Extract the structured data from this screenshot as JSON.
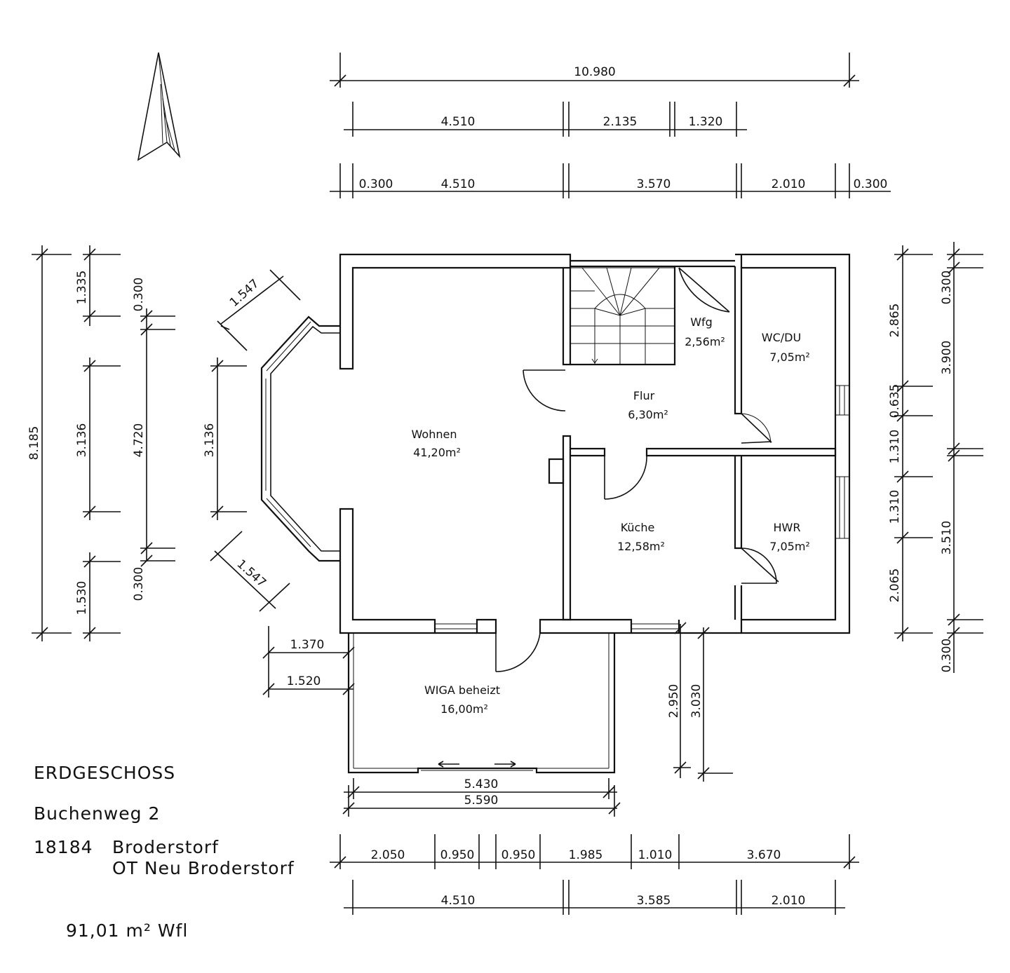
{
  "title": "ERDGESCHOSS",
  "address": {
    "street": "Buchenweg 2",
    "zip": "18184",
    "city": "Broderstorf",
    "district": "OT Neu Broderstorf"
  },
  "living_area": "91,01 m² Wfl",
  "rooms": [
    {
      "name": "Wohnen",
      "area": "41,20m²"
    },
    {
      "name": "Flur",
      "area": "6,30m²"
    },
    {
      "name": "Wfg",
      "area": "2,56m²"
    },
    {
      "name": "WC/DU",
      "area": "7,05m²"
    },
    {
      "name": "Küche",
      "area": "12,58m²"
    },
    {
      "name": "HWR",
      "area": "7,05m²"
    },
    {
      "name": "WIGA beheizt",
      "area": "16,00m²"
    }
  ],
  "dims_top": {
    "row1": [
      "10.980"
    ],
    "row2": [
      "4.510",
      "2.135",
      "1.320"
    ],
    "row3": [
      "0.300",
      "4.510",
      "3.570",
      "2.010",
      "0.300"
    ]
  },
  "dims_bottom": {
    "row1": [
      "2.050",
      "0.950",
      "0.950",
      "1.985",
      "1.010",
      "3.670"
    ],
    "row2": [
      "4.510",
      "3.585",
      "2.010"
    ]
  },
  "dims_left": {
    "total": "8.185",
    "segments": [
      "1.335",
      "3.136",
      "1.530"
    ],
    "inner": [
      "0.300",
      "4.720",
      "0.300"
    ]
  },
  "dims_bay": {
    "front": "3.136",
    "diag_top": "1.547",
    "diag_bottom": "1.547"
  },
  "dims_right": {
    "segments": [
      "2.865",
      "0.635",
      "1.310",
      "1.310",
      "2.065"
    ],
    "outer": [
      "0.300",
      "3.900",
      "3.510",
      "0.300"
    ]
  },
  "dims_wiga": {
    "depth_a": "1.370",
    "depth_b": "1.520",
    "width_inner": "5.430",
    "width_outer": "5.590",
    "side_a": "2.950",
    "side_b": "3.030"
  }
}
